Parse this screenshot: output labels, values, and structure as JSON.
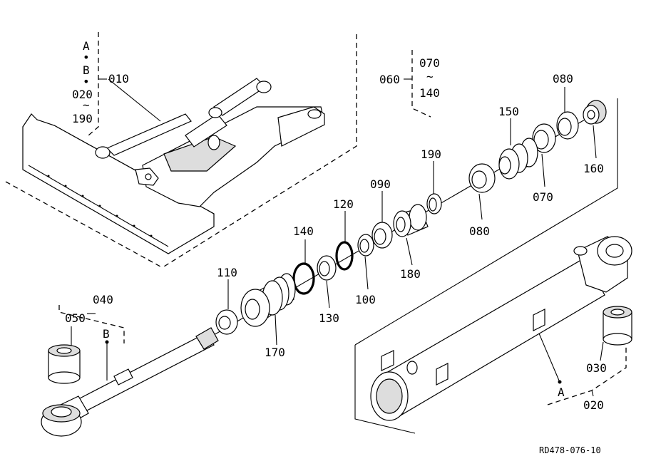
{
  "drawing_ref": "RD478-076-10",
  "labels": {
    "p010": "010",
    "p020": "020",
    "p030": "030",
    "p040": "040",
    "p050": "050",
    "p060": "060",
    "p070_a": "070",
    "p070_b": "070",
    "p080_a": "080",
    "p080_b": "080",
    "p090": "090",
    "p100": "100",
    "p110": "110",
    "p120": "120",
    "p130": "130",
    "p140_a": "140",
    "p140_b": "140",
    "p150": "150",
    "p160": "160",
    "p170": "170",
    "p180": "180",
    "p190_a": "190",
    "p190_b": "190",
    "p020_group": "020",
    "ref_a_group": "A",
    "ref_b_group": "B",
    "ref_a_cyl": "A",
    "ref_b_rod": "B",
    "tilde_1": "~",
    "tilde_2": "~",
    "dot": "•"
  }
}
